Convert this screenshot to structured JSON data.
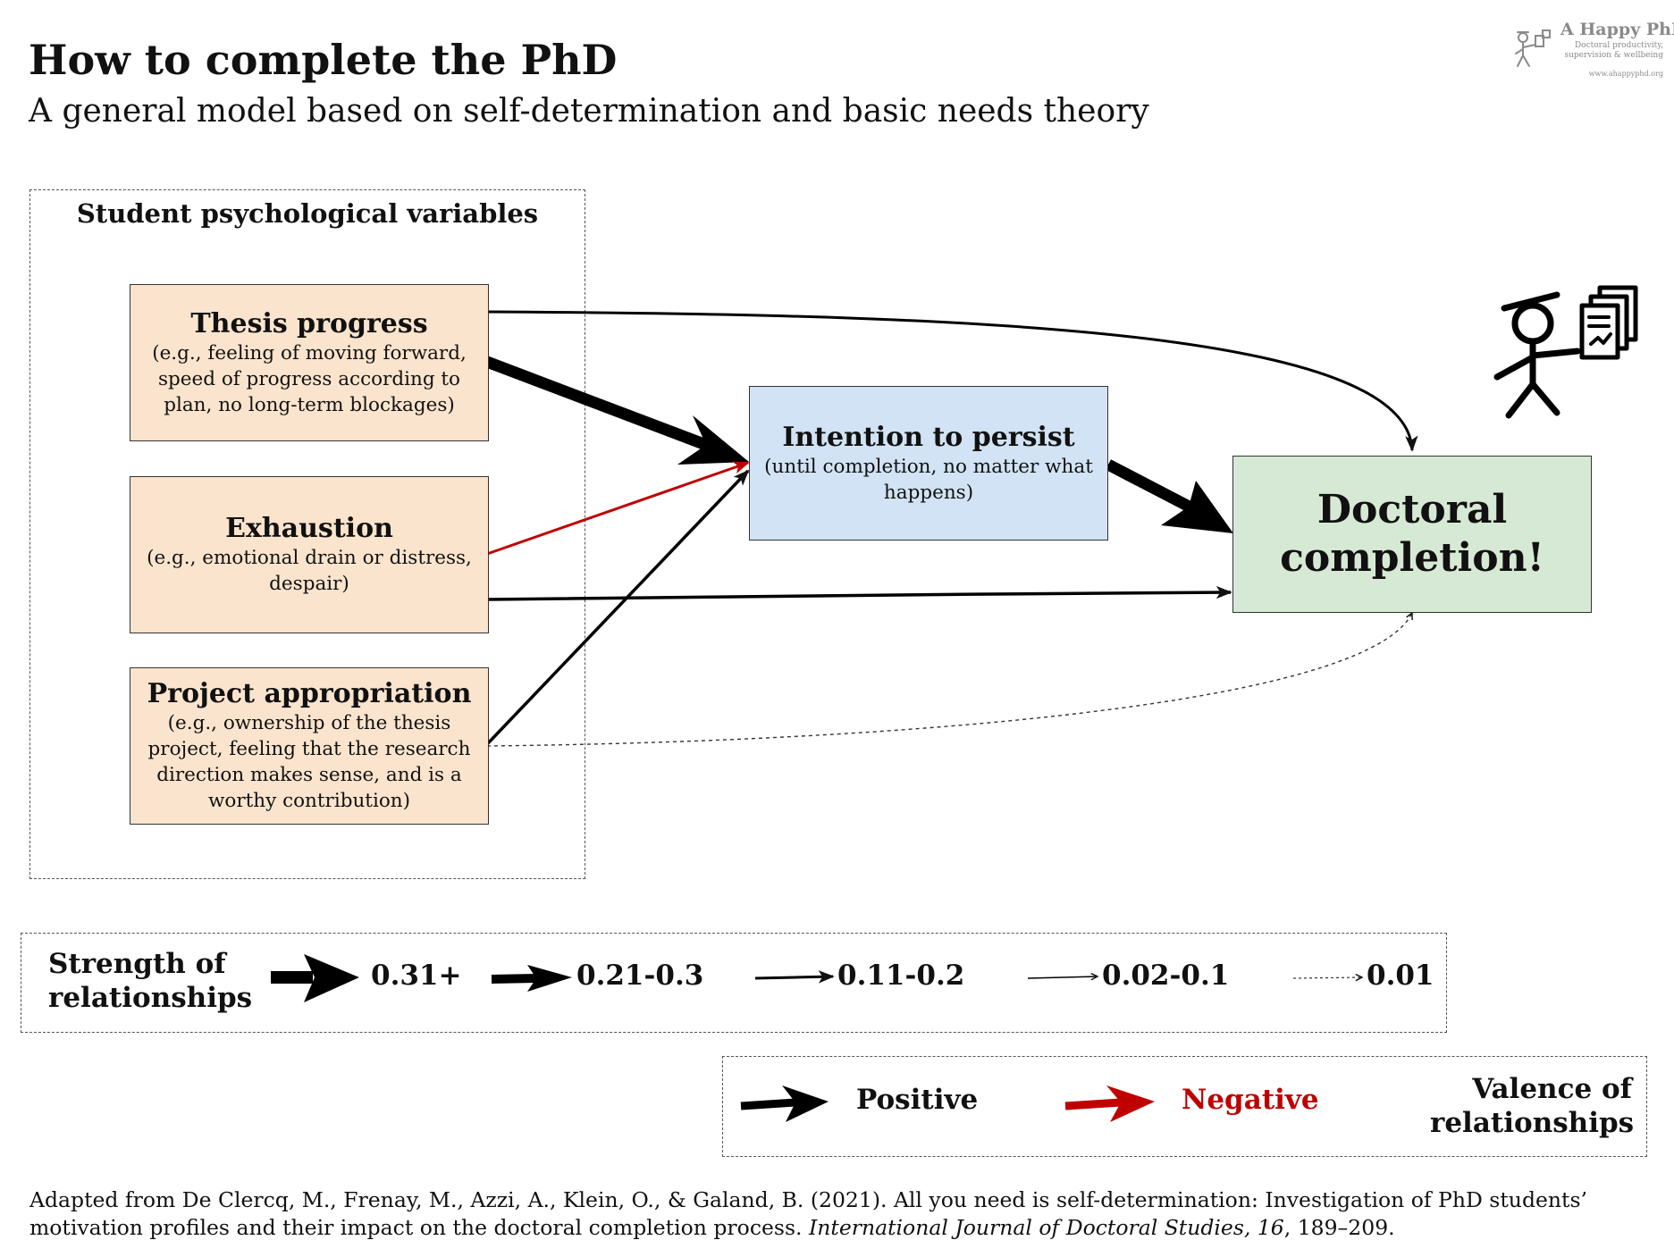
{
  "header": {
    "title": "How to complete the PhD",
    "subtitle": "A general model based on self-determination and basic needs theory"
  },
  "logo": {
    "name": "A Happy PhD",
    "tagline_line1": "Doctoral productivity,",
    "tagline_line2": "supervision & wellbeing",
    "url": "www.ahappyphd.org"
  },
  "group": {
    "title": "Student psychological variables"
  },
  "nodes": {
    "thesis_progress": {
      "title": "Thesis progress",
      "desc1": "(e.g., feeling of moving forward,",
      "desc2": "speed of progress according to",
      "desc3": "plan, no long-term blockages)"
    },
    "exhaustion": {
      "title": "Exhaustion",
      "desc1": "(e.g., emotional drain or distress,",
      "desc2": "despair)"
    },
    "project_appropriation": {
      "title": "Project appropriation",
      "desc1": "(e.g., ownership of the thesis",
      "desc2": "project, feeling that the research",
      "desc3": "direction makes sense, and is a",
      "desc4": "worthy contribution)"
    },
    "intention": {
      "title": "Intention to persist",
      "desc1": "(until completion, no matter what",
      "desc2": "happens)"
    },
    "completion": {
      "line1": "Doctoral",
      "line2": "completion!"
    }
  },
  "relationships": [
    {
      "from": "thesis_progress",
      "to": "intention",
      "valence": "positive",
      "strength": "0.31+"
    },
    {
      "from": "thesis_progress",
      "to": "completion",
      "valence": "positive",
      "strength": "0.11-0.2"
    },
    {
      "from": "exhaustion",
      "to": "intention",
      "valence": "negative",
      "strength": "0.11-0.2"
    },
    {
      "from": "exhaustion",
      "to": "completion",
      "valence": "positive",
      "strength": "0.11-0.2"
    },
    {
      "from": "project_appropriation",
      "to": "intention",
      "valence": "positive",
      "strength": "0.11-0.2"
    },
    {
      "from": "project_appropriation",
      "to": "completion",
      "valence": "positive",
      "strength": "0.01"
    },
    {
      "from": "intention",
      "to": "completion",
      "valence": "positive",
      "strength": "0.31+"
    }
  ],
  "legend_strength": {
    "title_line1": "Strength of",
    "title_line2": "relationships",
    "levels": [
      "0.31+",
      "0.21-0.3",
      "0.11-0.2",
      "0.02-0.1",
      "0.01"
    ]
  },
  "legend_valence": {
    "positive": "Positive",
    "negative": "Negative",
    "title_line1": "Valence of",
    "title_line2": "relationships"
  },
  "colors": {
    "positive": "#000000",
    "negative": "#c00000",
    "predictor_fill": "#fbe4cd",
    "mediator_fill": "#d1e3f4",
    "outcome_fill": "#d6e9d4"
  },
  "citation": {
    "text_before": "Adapted from De Clercq, M., Frenay, M., Azzi, A., Klein, O., & Galand, B. (2021). All you need is self-determination: Investigation of PhD students’ motivation profiles and their impact on the doctoral completion process. ",
    "journal": "International Journal of Doctoral Studies, 16",
    "text_after": ", 189–209."
  }
}
